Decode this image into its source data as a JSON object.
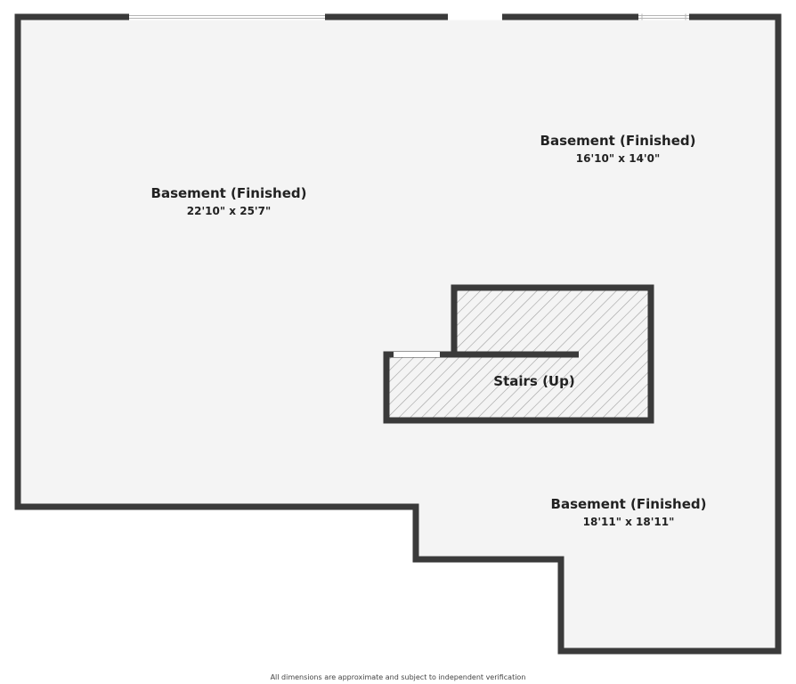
{
  "colors": {
    "wall": "#3a3a3a",
    "floor": "#f4f4f4",
    "opening": "#ffffff",
    "hatch": "#9a9a9a",
    "text": "#222222"
  },
  "rooms": [
    {
      "name": "Basement (Finished)",
      "dimensions": "22'10\" x 25'7\""
    },
    {
      "name": "Basement (Finished)",
      "dimensions": "16'10\" x 14'0\""
    },
    {
      "name": "Basement (Finished)",
      "dimensions": "18'11\" x 18'11\""
    }
  ],
  "stairs": {
    "label": "Stairs (Up)"
  },
  "footer": {
    "note": "All dimensions are approximate and subject to independent verification"
  }
}
